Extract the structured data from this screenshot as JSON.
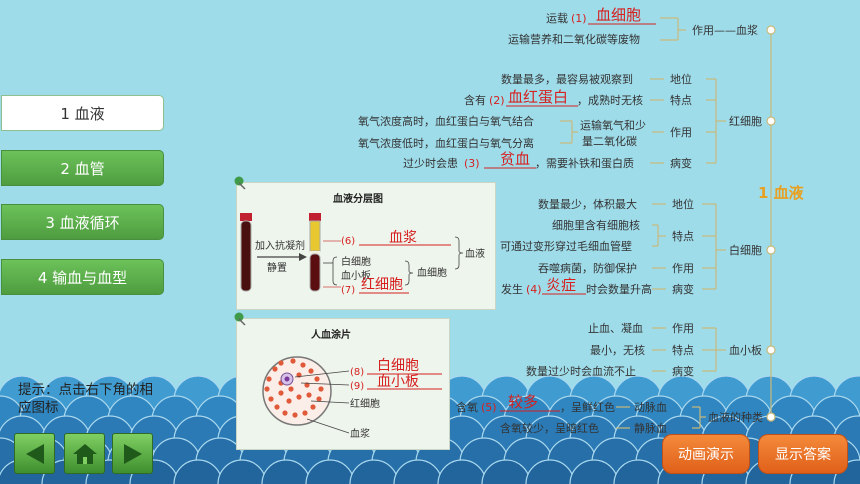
{
  "nav": {
    "items": [
      {
        "label": "1 血液",
        "active": true
      },
      {
        "label": "2 血管",
        "active": false
      },
      {
        "label": "3 血液循环",
        "active": false
      },
      {
        "label": "4 输血与血型",
        "active": false
      }
    ]
  },
  "hint": {
    "text": "提示：点击右下角的相应图标"
  },
  "controls": {
    "animate_label": "动画演示",
    "answer_label": "显示答案",
    "prev_icon": "arrow-left-icon",
    "home_icon": "home-icon",
    "next_icon": "arrow-right-icon"
  },
  "map": {
    "root": "1 血液",
    "plasma": {
      "transport_prefix": "运载",
      "n1": "(1)",
      "a1": "血细胞",
      "nutrients": "运输营养和二氧化碳等废物",
      "role": "作用——血浆"
    },
    "rbc": {
      "title": "红细胞",
      "most": "数量最多，最容易被观察到",
      "pos": "地位",
      "contain_prefix": "含有",
      "n2": "(2)",
      "a2": "血红蛋白",
      "contain_suffix": "，成熟时无核",
      "feat": "特点",
      "o2high": "氧气浓度高时，血红蛋白与氧气结合",
      "o2low": "氧气浓度低时，血红蛋白与氧气分离",
      "carry1": "运输氧气和少",
      "carry2": "量二氧化碳",
      "use": "作用",
      "few_prefix": "过少时会患",
      "n3": "(3)",
      "a3": "贫血",
      "few_suffix": "，需要补铁和蛋白质",
      "dis": "病变"
    },
    "wbc": {
      "title": "白细胞",
      "least": "数量最少，体积最大",
      "pos": "地位",
      "nucleus": "细胞里含有细胞核",
      "deform": "可通过变形穿过毛细血管壁",
      "feat": "特点",
      "engulf": "吞噬病菌，防御保护",
      "use": "作用",
      "inf_prefix": "发生",
      "n4": "(4)",
      "a4": "炎症",
      "inf_suffix": "时会数量升高",
      "dis": "病变"
    },
    "plt": {
      "title": "血小板",
      "stop": "止血、凝血",
      "use": "作用",
      "small": "最小，无核",
      "feat": "特点",
      "few": "数量过少时会血流不止",
      "dis": "病变"
    },
    "types": {
      "title": "血液的种类",
      "more_prefix": "含氧",
      "n5": "(5)",
      "a5": "较多",
      "more_suffix": "，呈鲜红色",
      "artery": "动脉血",
      "less": "含氧较少，呈暗红色",
      "vein": "静脉血"
    }
  },
  "card1": {
    "title": "血液分层图",
    "anticoag": "加入抗凝剂",
    "stand": "静置",
    "n6": "(6)",
    "a6": "血浆",
    "wbc": "白细胞",
    "plt": "血小板",
    "cells": "血细胞",
    "n7": "(7)",
    "a7": "红细胞",
    "blood": "血液"
  },
  "card2": {
    "title": "人血涂片",
    "n8": "(8)",
    "a8": "白细胞",
    "n9": "(9)",
    "a9": "血小板",
    "rbc": "红细胞",
    "plasma": "血浆"
  },
  "colors": {
    "bg": "#9fdcea",
    "nav_green": "#5aaa48",
    "answer_red": "#d62020",
    "line_olive": "#c9b97a",
    "root_orange": "#e8a020",
    "button_orange": "#ec7429"
  }
}
